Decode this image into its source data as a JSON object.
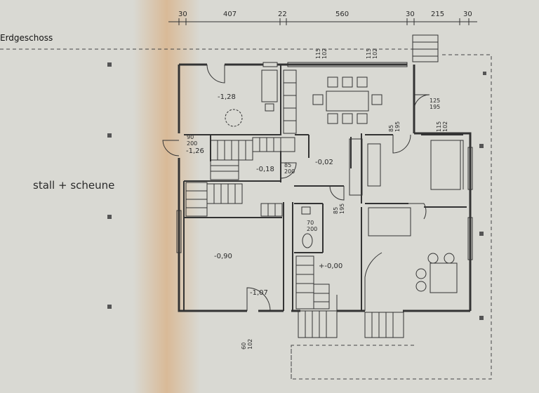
{
  "floor_title": "Erdgeschoss",
  "barn_label": "stall + scheune",
  "dimensions_top": [
    "30",
    "407",
    "22",
    "560",
    "30",
    "215",
    "30"
  ],
  "levels": {
    "upper_left": "-1,28",
    "stair_left": "-1,26",
    "hall_upper": "-0,18",
    "kitchen_hall": "-0,02",
    "workshop": "-0,90",
    "entry": "+-0,00",
    "lower_door": "-1,07"
  },
  "openings": {
    "top_1": "115\n102",
    "top_2": "115\n102",
    "left_door": "90\n200",
    "inner_door_1": "85\n200",
    "right_top_door": "125\n195",
    "right_mid_1": "85\n195",
    "right_mid_2": "115\n102",
    "wc_door": "70\n200",
    "hall_door": "85\n195",
    "bottom": "60\n102"
  },
  "colors": {
    "paper": "#d9d9d3",
    "ink": "#3a3a3a",
    "stain": "#d9a066"
  }
}
